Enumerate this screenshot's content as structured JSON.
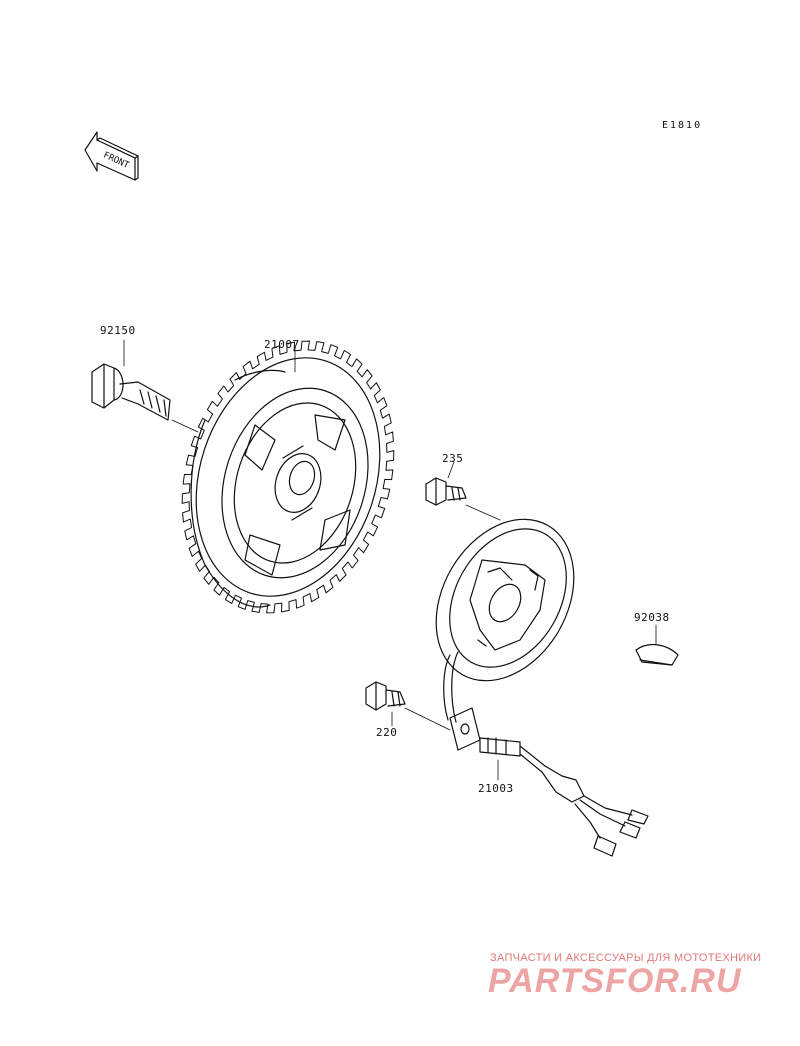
{
  "diagram": {
    "code": "E1810",
    "front_label": "FRONT",
    "callouts": {
      "p92150": "92150",
      "p21007": "21007",
      "p235": "235",
      "p92038": "92038",
      "p220": "220",
      "p21003": "21003"
    }
  },
  "watermark": {
    "tagline": "ЗАПЧАСТИ И АКСЕССУАРЫ ДЛЯ МОТОТЕХНИКИ",
    "logo": "PARTSFOR.RU"
  }
}
